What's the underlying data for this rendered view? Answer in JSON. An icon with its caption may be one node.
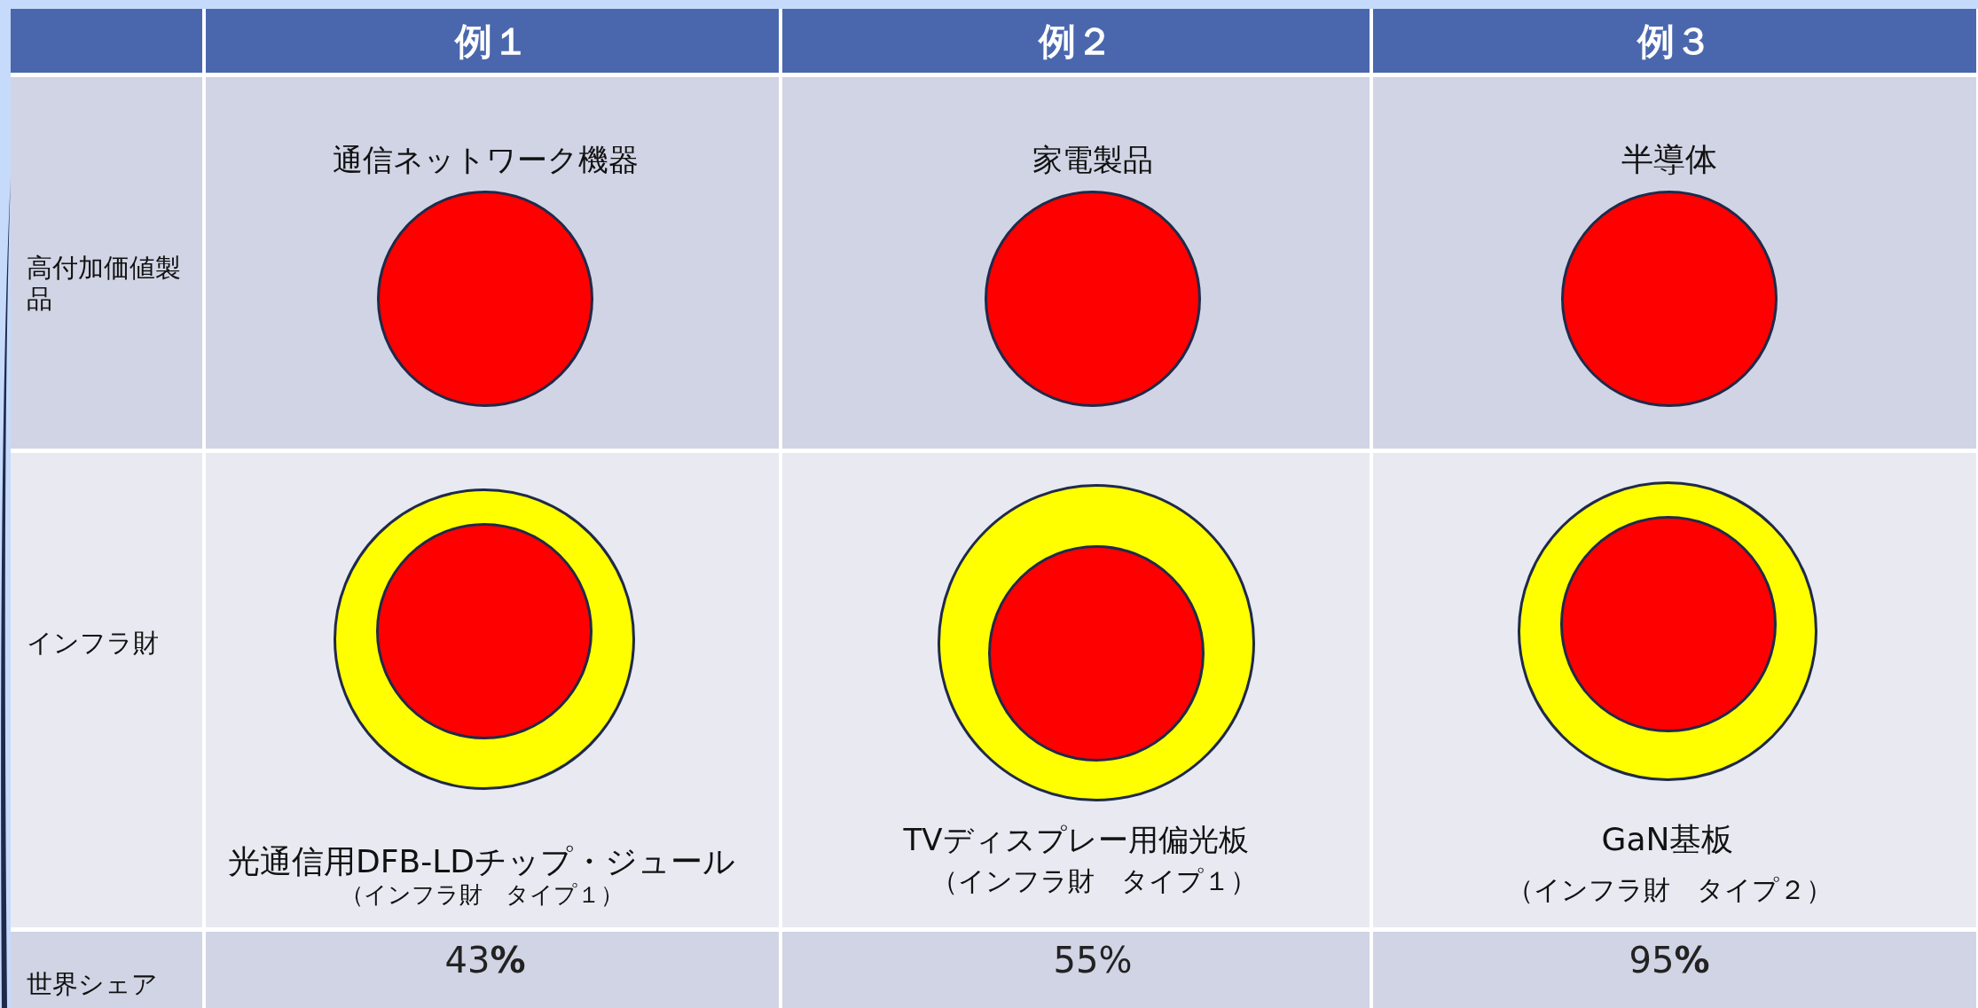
{
  "diagram": {
    "nodes": [
      {
        "text": [],
        "shape": "circle",
        "beside": [
          "通信ネットワーク機器"
        ]
      },
      {
        "text": [],
        "shape": "circle",
        "beside": [
          "家電製品"
        ]
      },
      {
        "text": [],
        "shape": "circle",
        "beside": [
          "半導体"
        ]
      },
      {
        "text": [],
        "shape": "circle",
        "beside": [
          "光通信用DFB-LDチップ・ジュール",
          "（インフラ財　タイプ１）"
        ]
      },
      {
        "text": [],
        "shape": "circle",
        "in": 3
      },
      {
        "text": [],
        "shape": "circle",
        "beside": [
          "TVディスプレー用偏光板",
          "（インフラ財　タイプ１）"
        ]
      },
      {
        "text": [],
        "shape": "circle",
        "in": 5
      },
      {
        "text": [],
        "shape": "circle",
        "beside": [
          "GaN基板",
          "（インフラ財　タイプ２）"
        ]
      },
      {
        "text": [],
        "shape": "circle",
        "in": 7
      }
    ],
    "labels": [
      "例１",
      "例２",
      "例３",
      "高付加価値製品",
      "インフラ財",
      "世界シェア",
      "43**%**",
      "55%",
      "95**%**"
    ]
  }
}
